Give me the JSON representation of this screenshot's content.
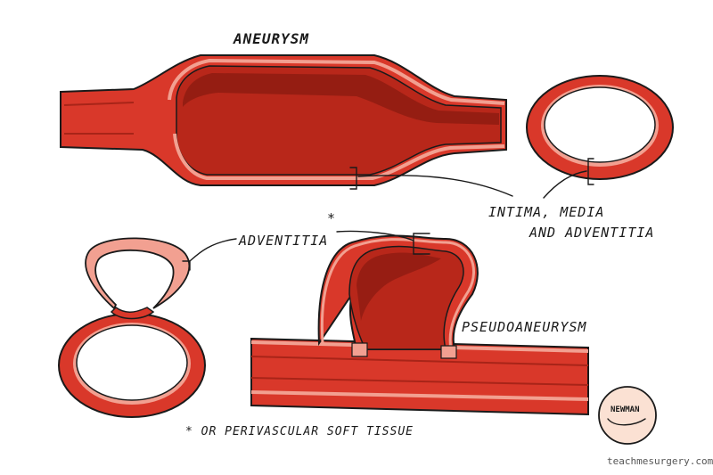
{
  "labels": {
    "aneurysm": "ANEURYSM",
    "layers_line1": "INTIMA, MEDIA",
    "layers_line2": "AND ADVENTITIA",
    "adventitia": "ADVENTITIA",
    "asterisk": "*",
    "pseudoaneurysm": "PSEUDOANEURYSM",
    "footnote": "* OR PERIVASCULAR SOFT TISSUE"
  },
  "logo": {
    "text": "NEWMAN"
  },
  "credit": {
    "url": "teachmesurgery.com"
  },
  "colors": {
    "vessel_wall": "#d9382a",
    "vessel_dark": "#a82418",
    "lumen": "#b8271a",
    "lumen_deep": "#8e1c12",
    "intima": "#f2a091",
    "ink": "#1a1a1a",
    "logo_fill": "#fbe1d3"
  }
}
